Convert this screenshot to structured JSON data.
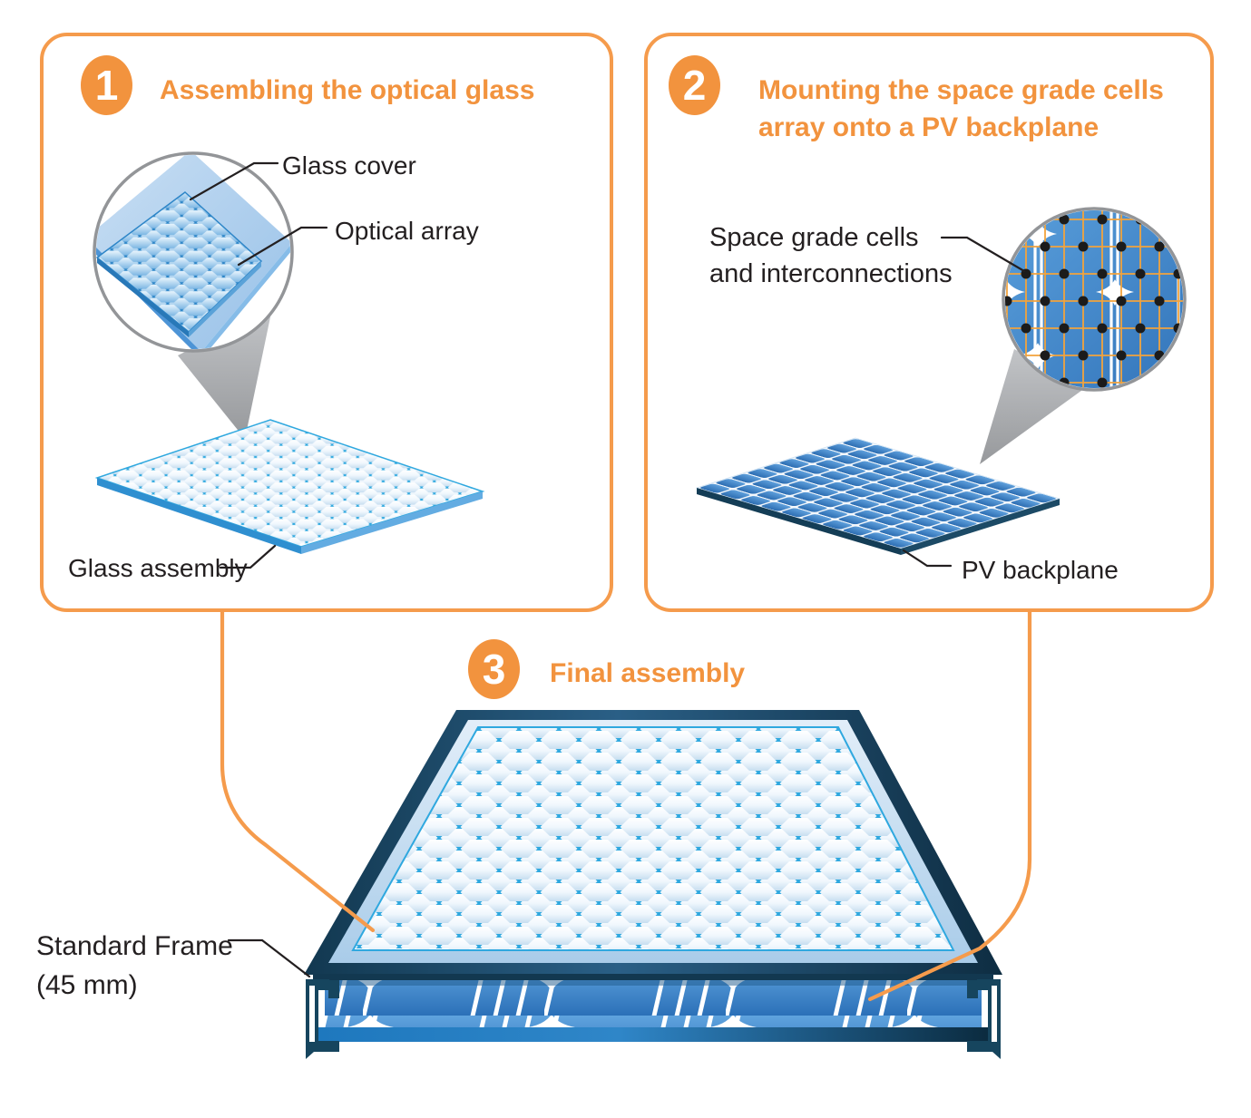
{
  "palette": {
    "accent_orange": "#F2933E",
    "line_orange": "#F59B4C",
    "text_dark": "#231F20",
    "hex_border_blue": "#2FA8DF",
    "frame_navy": "#16455E",
    "pv_blue": "#3B82C8",
    "grid_orange": "#F2A33C",
    "magnifier_gray": "#939598",
    "cone_gray": "#ABADB0"
  },
  "step1": {
    "number": "1",
    "title": "Assembling the optical glass",
    "label_glass_cover": "Glass cover",
    "label_optical_array": "Optical array",
    "label_glass_assembly": "Glass assembly"
  },
  "step2": {
    "number": "2",
    "title_line1": "Mounting the space grade cells",
    "title_line2": "array onto a PV backplane",
    "label_cells_line1": "Space grade cells",
    "label_cells_line2": "and interconnections",
    "label_backplane": "PV backplane"
  },
  "step3": {
    "number": "3",
    "title": "Final assembly",
    "label_frame_line1": "Standard Frame",
    "label_frame_line2": "(45 mm)"
  }
}
